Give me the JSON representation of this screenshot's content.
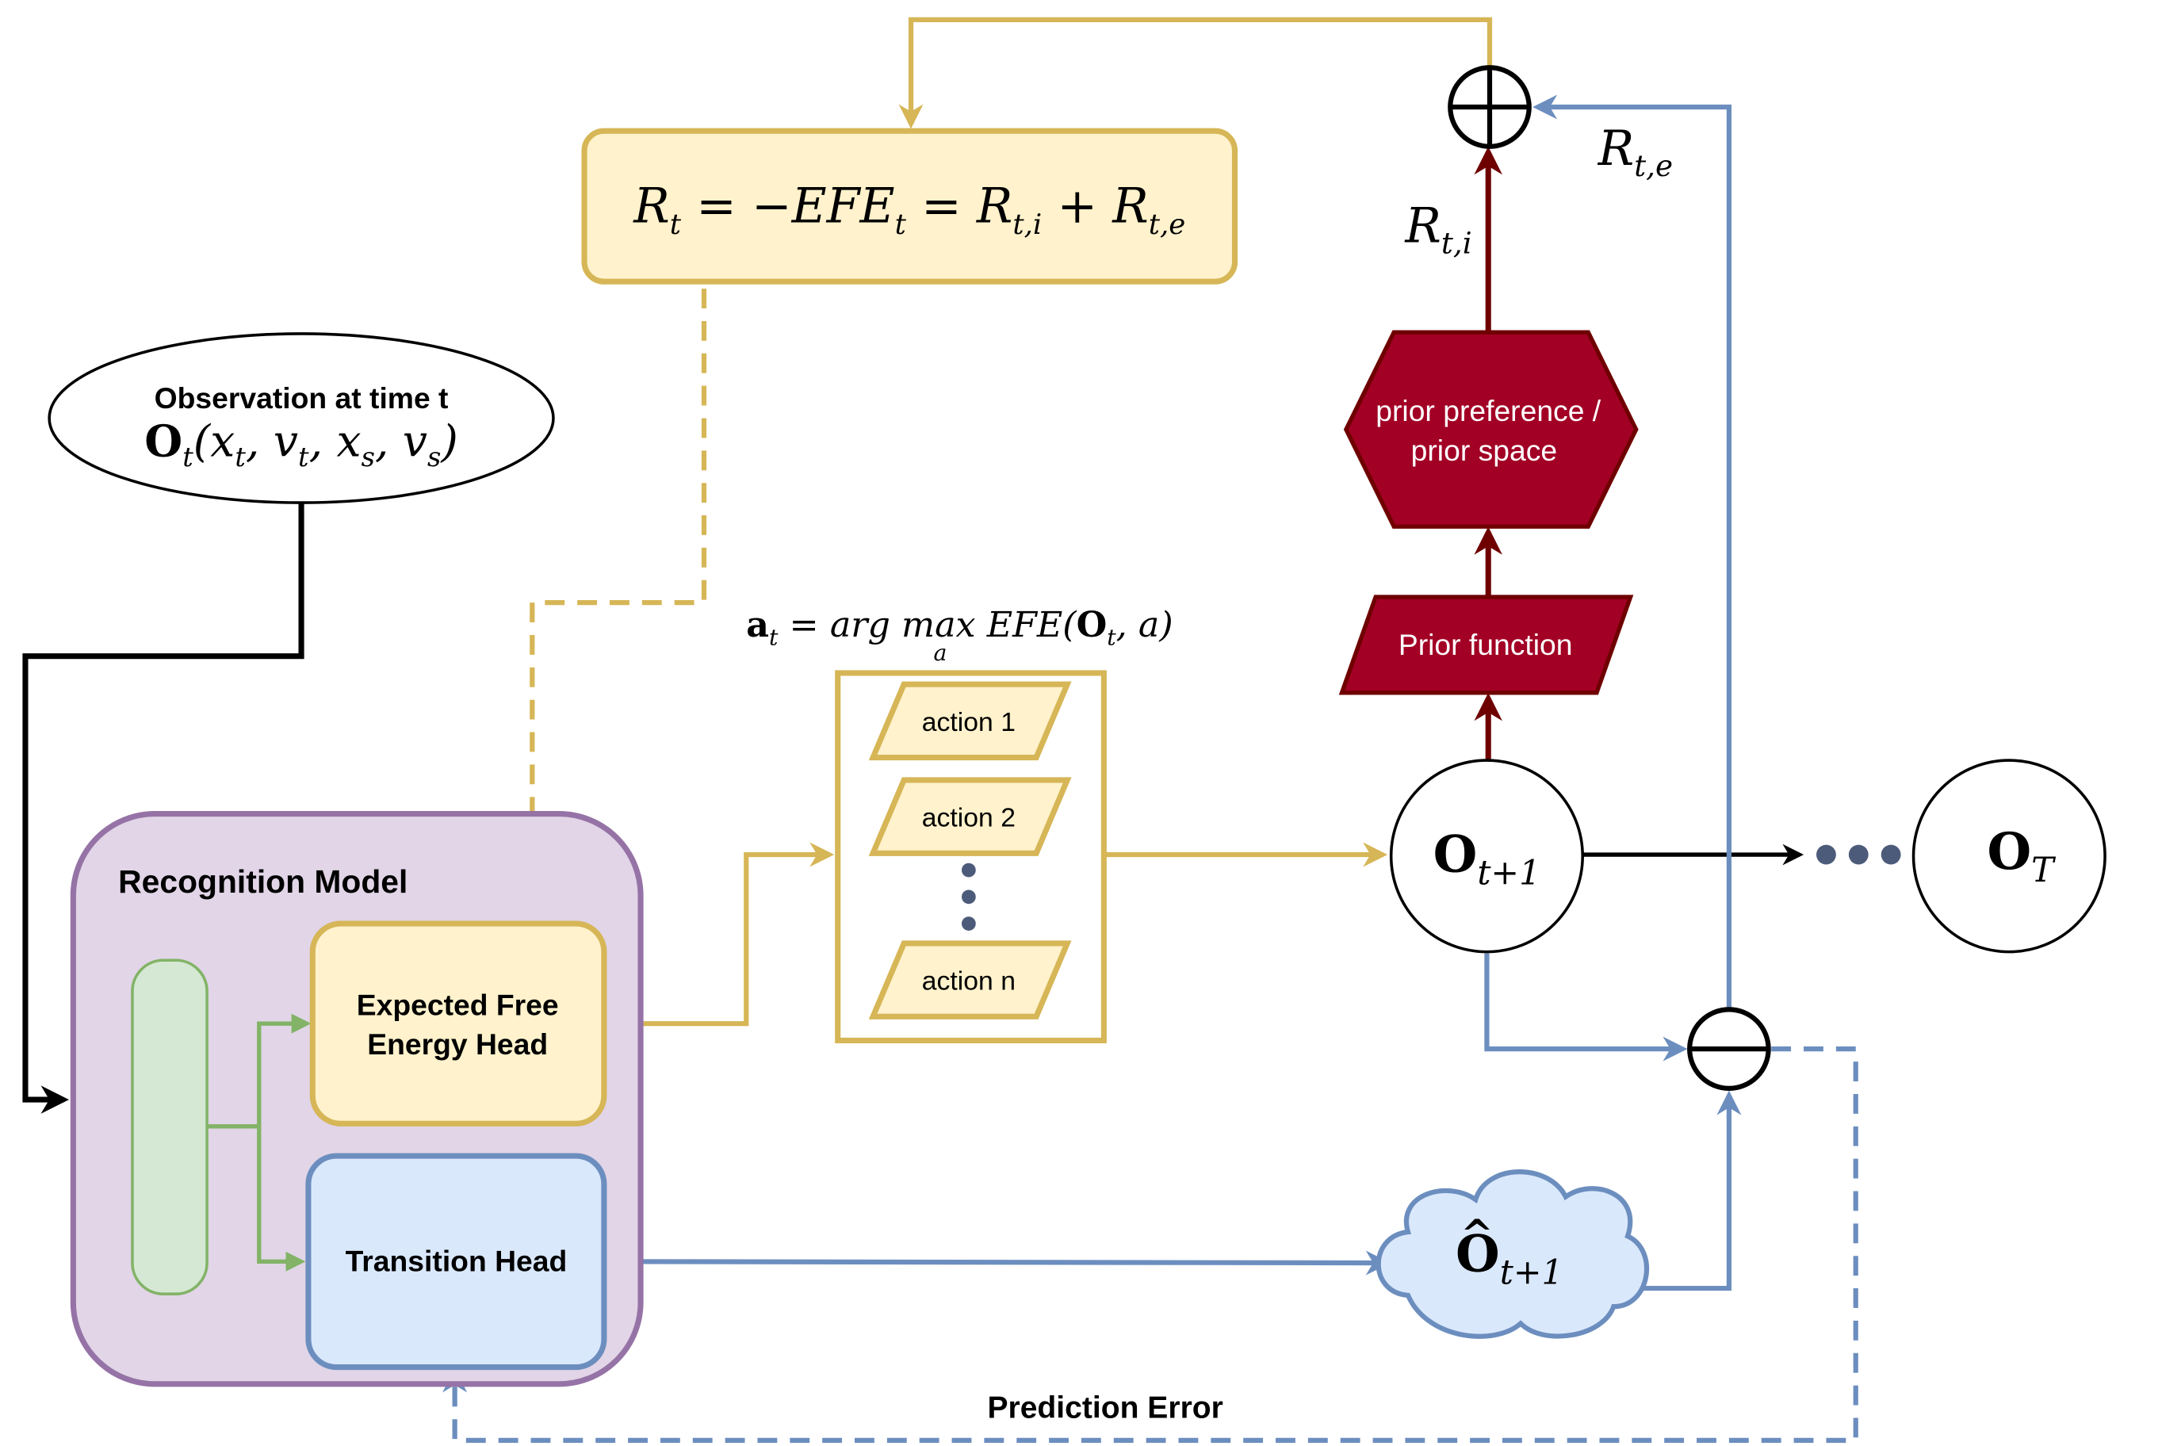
{
  "observation": {
    "title": "Observation at time t",
    "var": "O",
    "sub": "t",
    "args": "(x",
    "args_t1": "t",
    "args_v": ", v",
    "args_t2": "t",
    "args_x": ", x",
    "args_s1": "s",
    "args_vs": ", v",
    "args_s2": "s",
    "close": ")"
  },
  "reward_box": {
    "R": "R",
    "t": "t",
    "eq1": " = −EFE",
    "t2": "t",
    "eq2": " = R",
    "ti": "t,i",
    "plus": " + R",
    "te": "t,e"
  },
  "recognition": {
    "title": "Recognition Model",
    "efe_head_line1": "Expected Free",
    "efe_head_line2": "Energy Head",
    "transition_head": "Transition Head"
  },
  "action_selection": {
    "lhs": "a",
    "lhs_sub": "t",
    "mid": " = arg max EFE(",
    "o": "O",
    "o_sub": "t",
    "end": ", a)",
    "under": "a",
    "actions": [
      "action 1",
      "action 2",
      "action n"
    ]
  },
  "nodes": {
    "next_obs": {
      "var": "O",
      "sub": "t+1"
    },
    "final_obs": {
      "var": "O",
      "sub": "T"
    },
    "predicted_obs": {
      "hat": "^",
      "var": "O",
      "sub": "t+1"
    }
  },
  "prior": {
    "function": "Prior function",
    "space_line1": "prior preference /",
    "space_line2": "prior space"
  },
  "labels": {
    "r_int": {
      "R": "R",
      "sub": "t,i"
    },
    "r_ext": {
      "R": "R",
      "sub": "t,e"
    },
    "prediction_error": "Prediction Error"
  },
  "colors": {
    "gold": "#d6b656",
    "gold_fill": "#fff2cc",
    "blue": "#6c8ebf",
    "blue_fill": "#dae8fc",
    "purple": "#9673a6",
    "purple_fill": "#e1d5e7",
    "green": "#82b366",
    "green_fill": "#d5e8d4",
    "dark_red": "#6f0000",
    "red_fill": "#a20025",
    "node_dot": "#4d5b7a"
  }
}
